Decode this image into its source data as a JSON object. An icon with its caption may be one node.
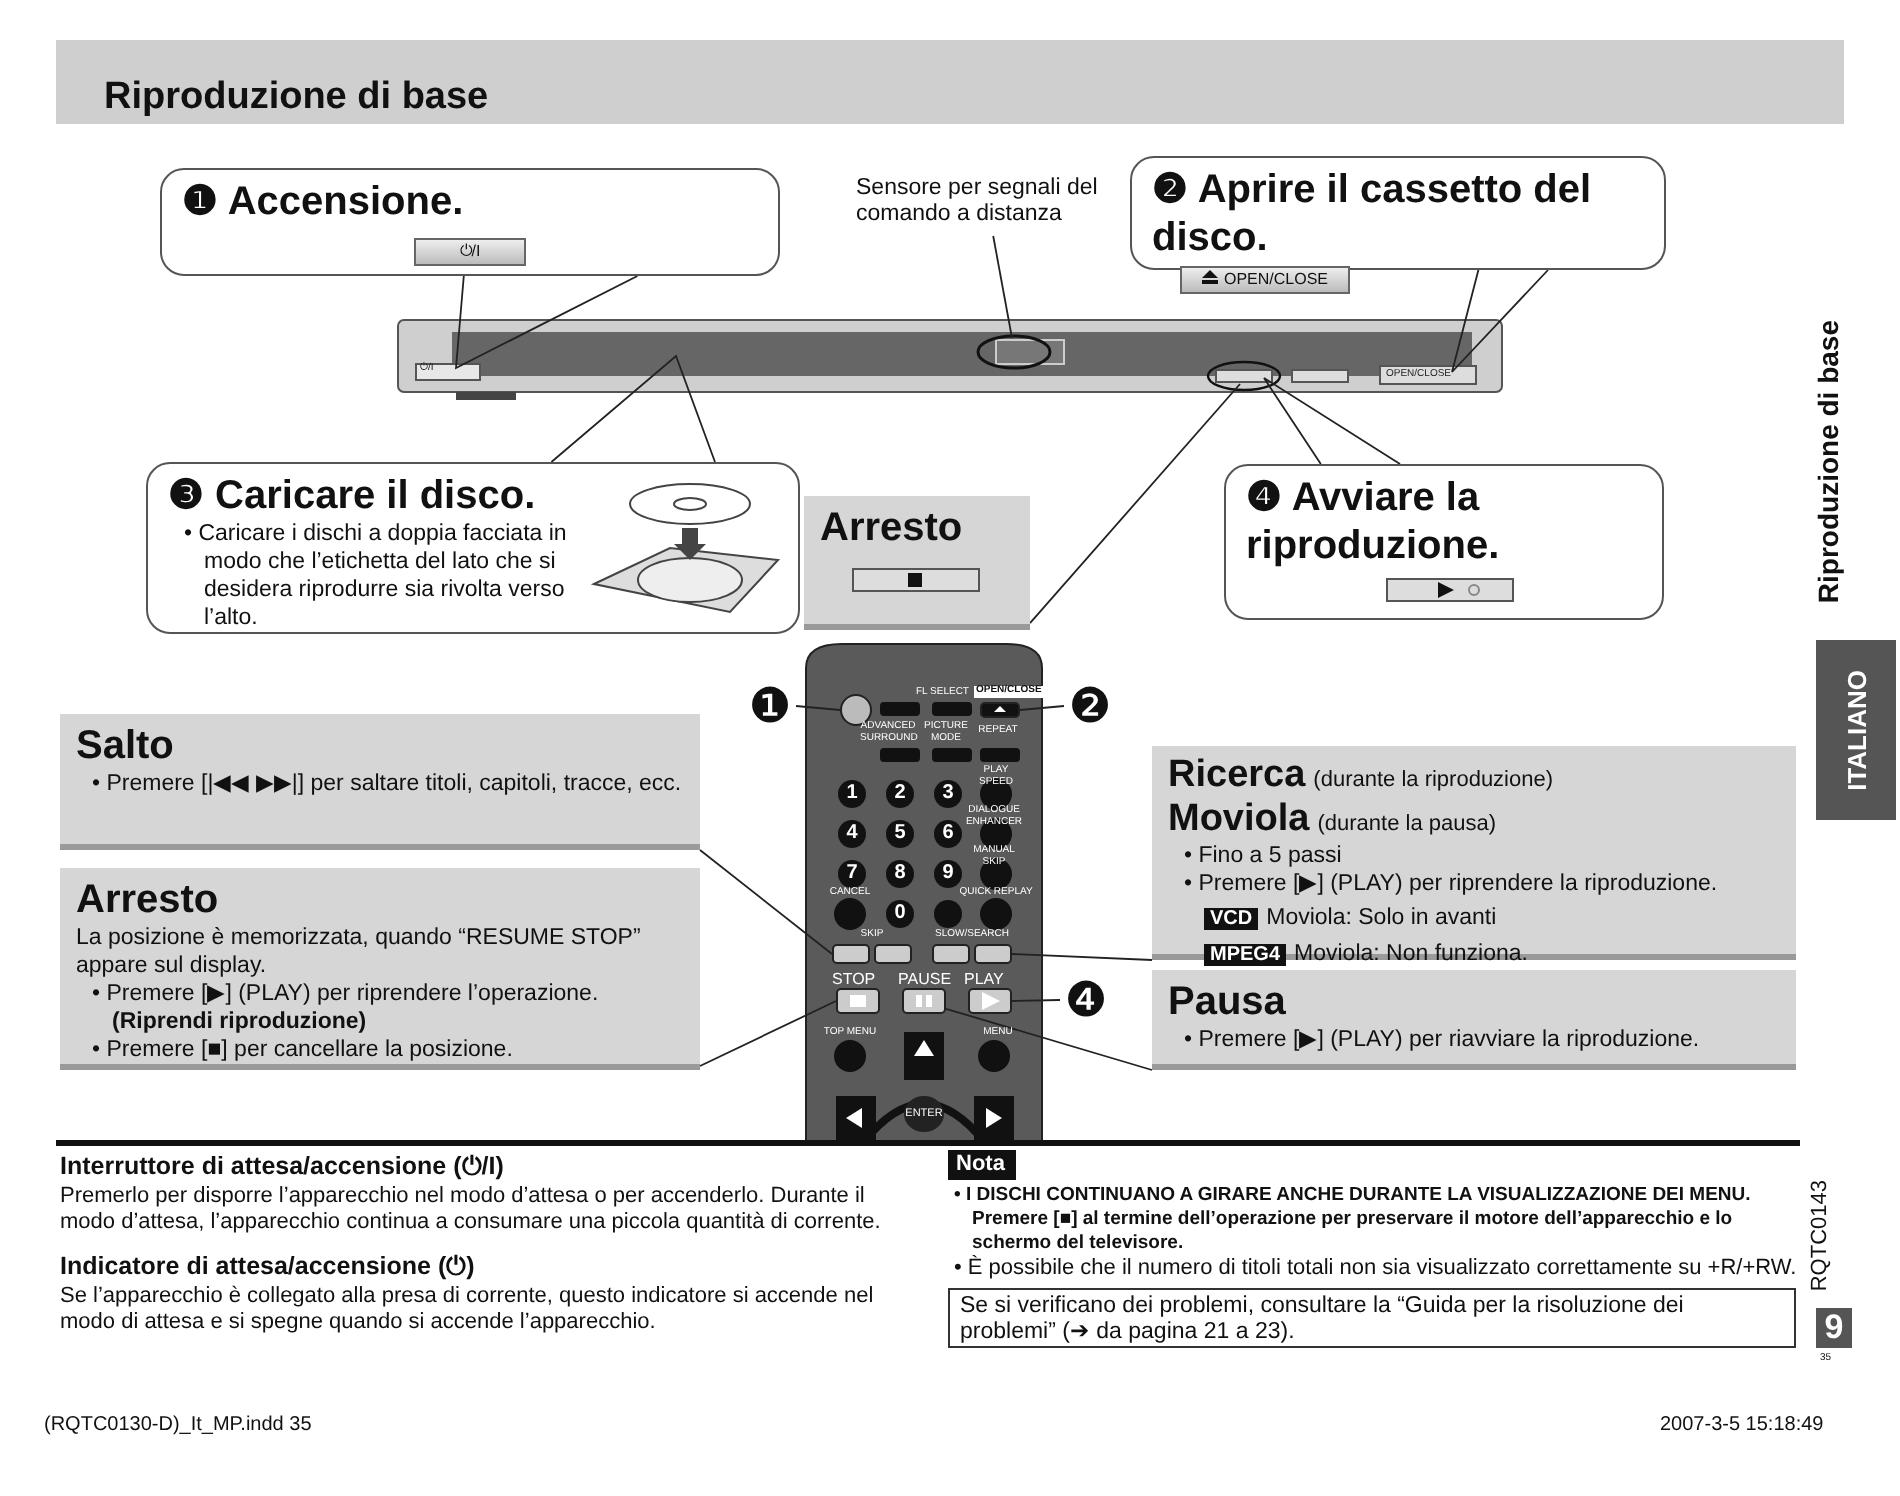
{
  "diagram": {
    "title": "Riproduzione di base",
    "nodes": [
      {
        "text": [
          "❶ Accensione.",
          "⏻/I"
        ]
      },
      {
        "text": [
          "Sensore per segnali del comando a distanza"
        ]
      },
      {
        "text": [
          "❷ Aprire il cassetto del disco.",
          "OPEN/CLOSE"
        ]
      },
      {
        "text": [
          "❸ Caricare il disco.",
          "• Caricare i dischi a doppia facciata in modo che l’etichetta del lato che si desidera riprodurre sia rivolta verso l’alto."
        ]
      },
      {
        "text": [
          "Arresto"
        ]
      },
      {
        "text": [
          "❹ Avviare la riproduzione."
        ]
      },
      {
        "text": [
          "❶"
        ]
      },
      {
        "text": [
          "❷"
        ]
      },
      {
        "text": [
          "Salto",
          "• Premere [|◀◀ ▶▶|] per saltare titoli, capitoli, tracce, ecc."
        ]
      },
      {
        "text": [
          "Arresto",
          "La posizione è memorizzata, quando “RESUME STOP” appare sul display.",
          "• Premere [▶] (PLAY) per riprendere l’operazione. **(Riprendi riproduzione)**",
          "• Premere [■] per cancellare la posizione."
        ]
      },
      {
        "text": [
          "Ricerca",
          "(durante la riproduzione)",
          "Moviola",
          "(durante la pausa)",
          "• Fino a 5 passi",
          "• Premere [▶] (PLAY) per riprendere la riproduzione.",
          "VCD",
          "Moviola: Solo in avanti",
          "MPEG4",
          "Moviola: Non funziona."
        ]
      },
      {
        "text": [
          "❹"
        ]
      },
      {
        "text": [
          "Pausa",
          "• Premere [▶] (PLAY) per riavviare la riproduzione."
        ]
      },
      {
        "text": [
          "Nota"
        ]
      },
      {
        "text": [
          "Se si verificano dei problemi, consultare la “Guida per la risoluzione dei problemi” (➔ da pagina 21 a 23)."
        ]
      },
      {
        "text": [
          "ITALIANO"
        ]
      },
      {
        "text": [
          "9"
        ],
        "beside": [
          "35"
        ]
      },
      {
        "text": [],
        "shape": "circle"
      },
      {
        "text": [],
        "shape": "button"
      },
      {
        "text": [],
        "shape": "button"
      },
      {
        "text": [],
        "shape": "button"
      },
      {
        "text": [],
        "shape": "button"
      },
      {
        "text": [],
        "shape": "button"
      },
      {
        "text": [],
        "shape": "button"
      }
    ],
    "edges": [
      {
        "from": 0,
        "to": null,
        "arrow": "none"
      },
      {
        "from": 1,
        "to": null,
        "arrow": "none"
      },
      {
        "from": 2,
        "to": null,
        "arrow": "none"
      },
      {
        "from": 3,
        "to": null,
        "arrow": "none"
      },
      {
        "from": 5,
        "to": null,
        "arrow": "none"
      },
      {
        "from": 4,
        "to": null,
        "arrow": "none"
      },
      {
        "from": 6,
        "to": 17,
        "arrow": "none"
      },
      {
        "from": 7,
        "to": 18,
        "arrow": "none"
      },
      {
        "from": 8,
        "to": 19,
        "arrow": "none"
      },
      {
        "from": 9,
        "to": 21,
        "arrow": "none"
      },
      {
        "from": 10,
        "to": 20,
        "arrow": "none"
      },
      {
        "from": 11,
        "to": 23,
        "arrow": "none"
      },
      {
        "from": 12,
        "to": 22,
        "arrow": "none"
      }
    ],
    "labels": [
      "⏻/I",
      "OPEN/CLOSE",
      "FL SELECT",
      "OPEN/CLOSE",
      "ADVANCED SURROUND",
      "PICTURE MODE",
      "REPEAT",
      "PLAY SPEED",
      "1",
      "2",
      "3",
      "DIALOGUE ENHANCER",
      "4",
      "5",
      "6",
      "MANUAL SKIP",
      "7",
      "8",
      "9",
      "CANCEL",
      "QUICK REPLAY",
      "0",
      "SKIP",
      "SLOW/SEARCH",
      "STOP",
      "PAUSE",
      "PLAY",
      "TOP MENU",
      "MENU",
      "ENTER",
      "Riproduzione di base",
      "Interruttore di attesa/accensione (⏻/I)",
      "Premerlo per disporre l’apparecchio nel modo d’attesa o per accenderlo. Durante il modo d’attesa, l’apparecchio continua a consumare una piccola quantità di corrente.",
      "Indicatore di attesa/accensione (⏻)",
      "Se l’apparecchio è collegato alla presa di corrente, questo indicatore si accende nel modo di attesa e si spegne quando si accende l’apparecchio.",
      "• I DISCHI CONTINUANO A GIRARE ANCHE DURANTE LA VISUALIZZAZIONE DEI MENU. Premere [■] al termine dell’operazione per preservare il motore dell’apparecchio e lo schermo del televisore.",
      "• È possibile che il numero di titoli totali non sia visualizzato correttamente su +R/+RW.",
      "RQTC0143",
      "(RQTC0130-D)_It_MP.indd 35",
      "2007-3-5 15:18:49"
    ]
  }
}
